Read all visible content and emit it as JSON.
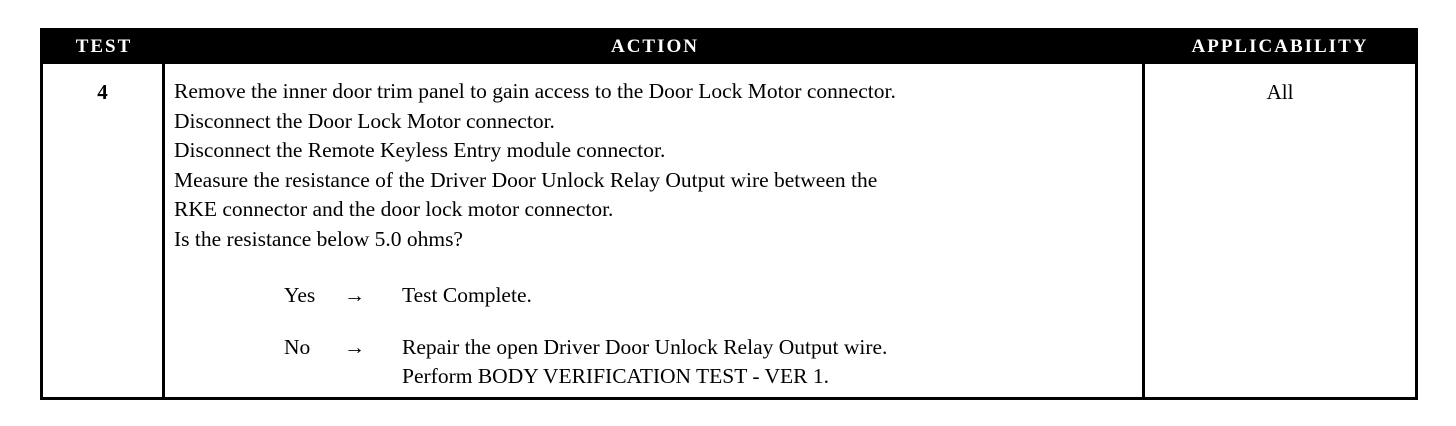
{
  "document": {
    "type": "diagnostic-test-table",
    "colors": {
      "header_background": "#000000",
      "header_text": "#ffffff",
      "body_text": "#000000",
      "border": "#000000",
      "page_background": "#ffffff"
    }
  },
  "table": {
    "columns": [
      {
        "key": "test",
        "header": "TEST"
      },
      {
        "key": "action",
        "header": "ACTION"
      },
      {
        "key": "applicability",
        "header": "APPLICABILITY"
      }
    ],
    "row": {
      "test_number": "4",
      "applicability": "All",
      "action": {
        "instructions": [
          "Remove the inner door trim panel to gain access to the Door Lock Motor connector.",
          "Disconnect the Door Lock Motor connector.",
          "Disconnect the Remote Keyless Entry module connector.",
          "Measure the resistance of the Driver Door Unlock Relay Output wire between the RKE connector and the door lock motor connector.",
          "Is the resistance below 5.0 ohms?"
        ],
        "instruction_lines": [
          "Remove the inner door trim panel to gain access to the Door Lock Motor connector.",
          "Disconnect the Door Lock Motor connector.",
          "Disconnect the Remote Keyless Entry module connector.",
          "Measure the resistance of the Driver Door Unlock Relay Output wire between the",
          "RKE connector and the door lock motor connector.",
          "Is the resistance below 5.0 ohms?"
        ],
        "branches": [
          {
            "label": "Yes",
            "arrow": "→",
            "lines": [
              "Test Complete."
            ]
          },
          {
            "label": "No",
            "arrow": "→",
            "lines": [
              "Repair the open Driver Door Unlock Relay Output wire.",
              "Perform BODY VERIFICATION TEST - VER 1."
            ]
          }
        ]
      }
    }
  }
}
